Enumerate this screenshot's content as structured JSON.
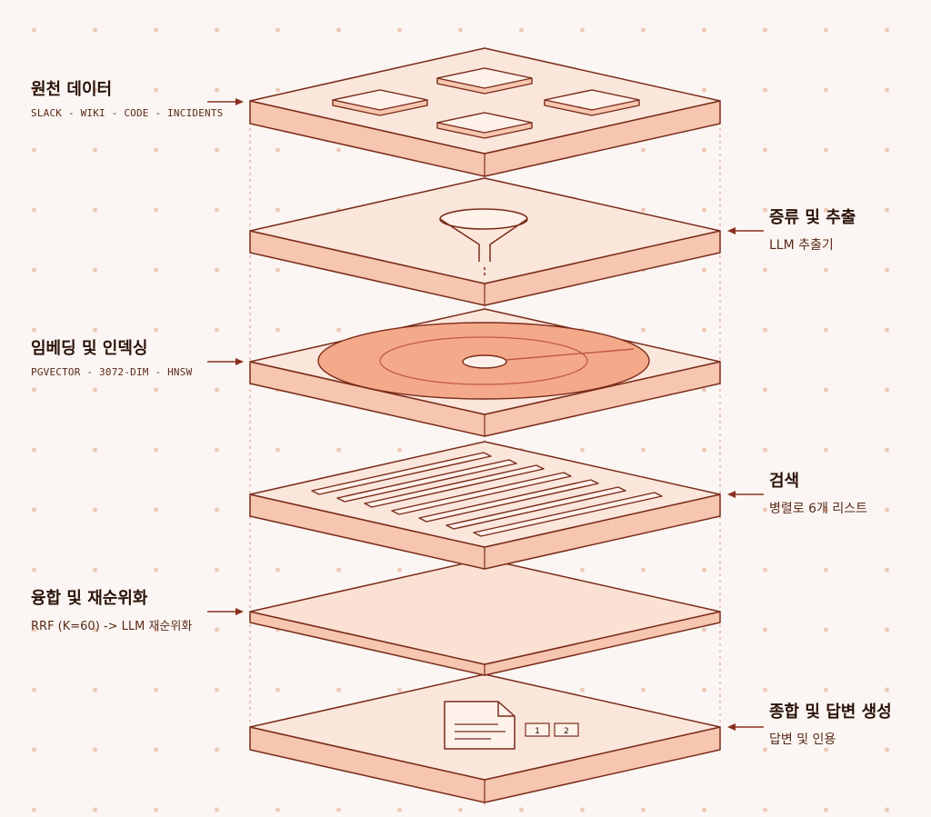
{
  "layers": [
    {
      "title": "원천 데이터",
      "subtitle": "SLACK - WIKI - CODE - INCIDENTS",
      "side": "left",
      "icon": "data-sources-icon"
    },
    {
      "title": "증류 및 추출",
      "subtitle": "LLM 추출기",
      "side": "right",
      "icon": "funnel-icon"
    },
    {
      "title": "임베딩 및 인덱싱",
      "subtitle": "PGVECTOR - 3072-DIM - HNSW",
      "side": "left",
      "icon": "vector-index-disc-icon"
    },
    {
      "title": "검색",
      "subtitle": "병렬로 6개 리스트",
      "side": "right",
      "icon": "result-lists-icon"
    },
    {
      "title": "융합 및 재순위화",
      "subtitle": "RRF (K=60) -> LLM 재순위화",
      "side": "left",
      "icon": ""
    },
    {
      "title": "종합 및 답변 생성",
      "subtitle": "답변 및 인용",
      "side": "right",
      "icon": "document-icon"
    }
  ],
  "citations": [
    "1",
    "2"
  ],
  "colors": {
    "stroke": "#7a2c1a",
    "top_face": "#fbe6dc",
    "side_face": "#f6c6b0",
    "disc": "#f4a98b",
    "arrow": "#8a3020",
    "dot": "#efc9b8"
  }
}
